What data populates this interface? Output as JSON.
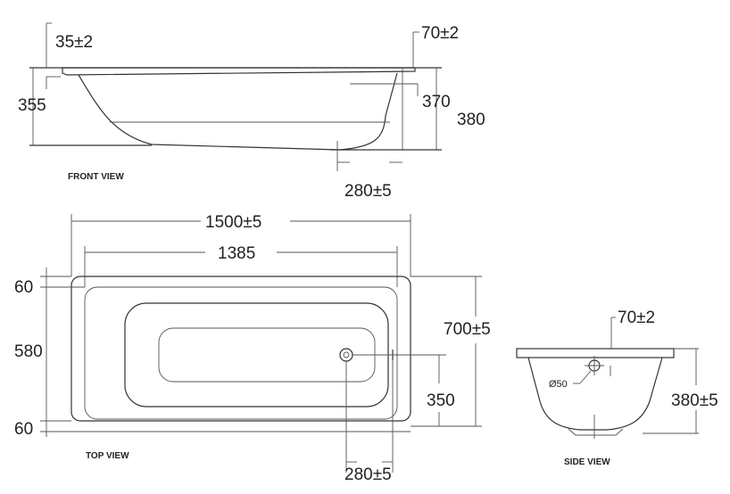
{
  "front_view": {
    "caption": "FRONT VIEW",
    "dims": {
      "rim_left": "35±2",
      "rim_right": "70±2",
      "left_height": "355",
      "inner_height": "370",
      "total_height": "380",
      "drain_offset": "280±5"
    }
  },
  "top_view": {
    "caption": "TOP VIEW",
    "dims": {
      "length": "1500±5",
      "inner_length": "1385",
      "rim_top": "60",
      "inner_width": "580",
      "rim_bottom": "60",
      "width": "700±5",
      "drain_y": "350",
      "drain_x": "280±5"
    }
  },
  "side_view": {
    "caption": "SIDE VIEW",
    "dims": {
      "rim": "70±2",
      "overflow_diameter": "Ø50",
      "height": "380±5"
    }
  }
}
